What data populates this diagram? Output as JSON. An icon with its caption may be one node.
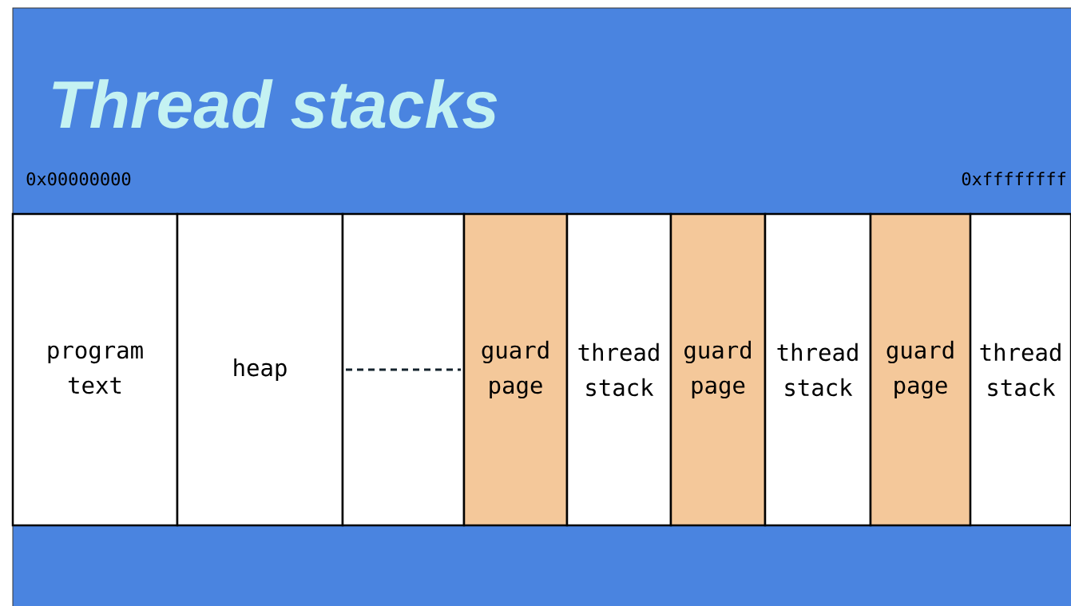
{
  "diagram": {
    "title": "Thread stacks",
    "nodes": [
      {
        "text": [
          "program text"
        ]
      },
      {
        "text": [
          "heap"
        ]
      },
      {
        "text": [],
        "shape": "box"
      },
      {
        "text": [
          "guard page"
        ]
      },
      {
        "text": [
          "thread stack"
        ]
      },
      {
        "text": [
          "guard page"
        ]
      },
      {
        "text": [
          "thread stack"
        ]
      },
      {
        "text": [
          "guard page"
        ]
      },
      {
        "text": [
          "thread stack"
        ]
      }
    ],
    "labels": [
      "0x00000000",
      "0xffffffff"
    ]
  }
}
